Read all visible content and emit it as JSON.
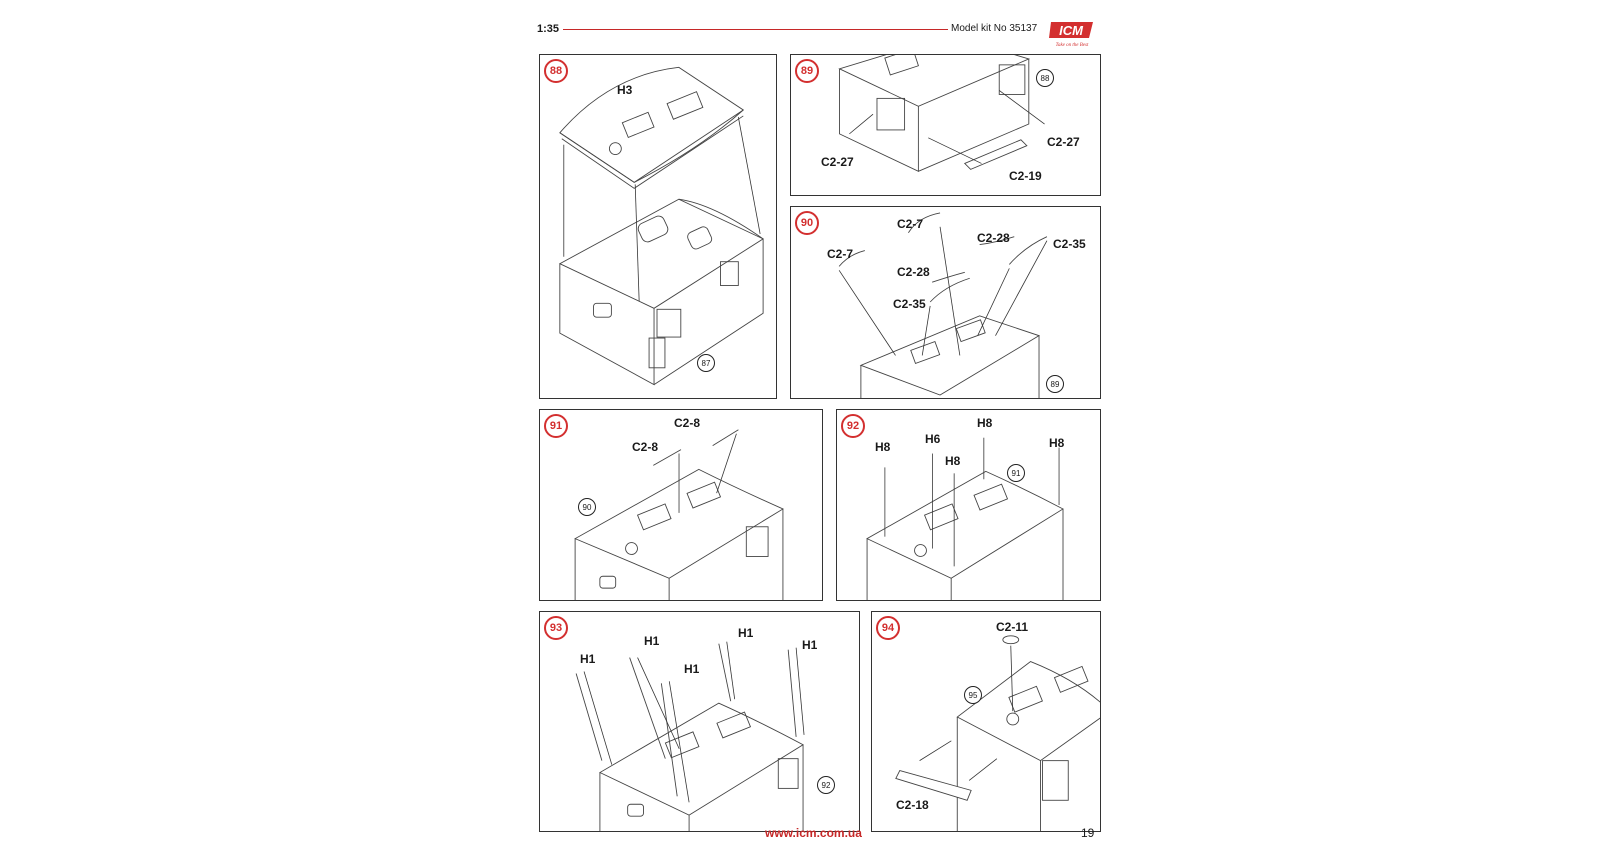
{
  "header": {
    "scale": "1:35",
    "kit": "Model kit No 35137",
    "logo_text": "ICM",
    "logo_slogan": "Take on the Best"
  },
  "footer": {
    "url": "www.icm.com.ua",
    "page": "19"
  },
  "colors": {
    "accent": "#d32f2f"
  },
  "steps": [
    {
      "num": "88",
      "labels": [
        "H3"
      ],
      "ref": "87"
    },
    {
      "num": "89",
      "labels": [
        "C2-27",
        "C2-27",
        "C2-19"
      ],
      "ref": "88"
    },
    {
      "num": "90",
      "labels": [
        "C2-7",
        "C2-28",
        "C2-35",
        "C2-7",
        "C2-28",
        "C2-35"
      ],
      "ref": "89"
    },
    {
      "num": "91",
      "labels": [
        "C2-8",
        "C2-8"
      ],
      "ref": "90"
    },
    {
      "num": "92",
      "labels": [
        "H8",
        "H6",
        "H8",
        "H8",
        "H8"
      ],
      "ref": "91"
    },
    {
      "num": "93",
      "labels": [
        "H1",
        "H1",
        "H1",
        "H1",
        "H1"
      ],
      "ref": "92"
    },
    {
      "num": "94",
      "labels": [
        "C2-11",
        "C2-18"
      ],
      "ref": "95"
    }
  ]
}
